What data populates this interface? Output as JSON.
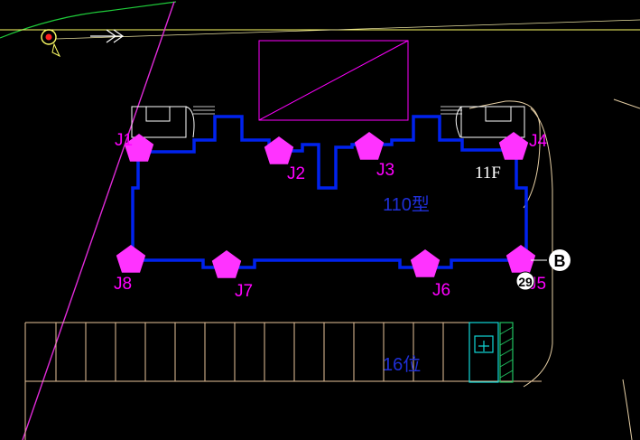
{
  "drawing": {
    "points": [
      {
        "id": "J1",
        "label": "J1"
      },
      {
        "id": "J2",
        "label": "J2"
      },
      {
        "id": "J3",
        "label": "J3"
      },
      {
        "id": "J4",
        "label": "J4"
      },
      {
        "id": "J5",
        "label": "J5"
      },
      {
        "id": "J6",
        "label": "J6"
      },
      {
        "id": "J7",
        "label": "J7"
      },
      {
        "id": "J8",
        "label": "J8"
      }
    ],
    "building_type": "110型",
    "floors": "11F",
    "parking_label": "16位",
    "grid_axis": "B",
    "number_marker": "29",
    "colors": {
      "background": "#000000",
      "building_outline": "#0022ee",
      "survey_point": "#ff33ff",
      "property_line": "#e02ad8",
      "parking_lines": "#e8c49a",
      "boundary": "#e6cfa5",
      "road": "#ffff66",
      "green_line": "#1fcc3a",
      "cyan_block": "#10d8d8",
      "label_text": "#ff00ff",
      "blue_text": "#1f2fd8"
    }
  }
}
